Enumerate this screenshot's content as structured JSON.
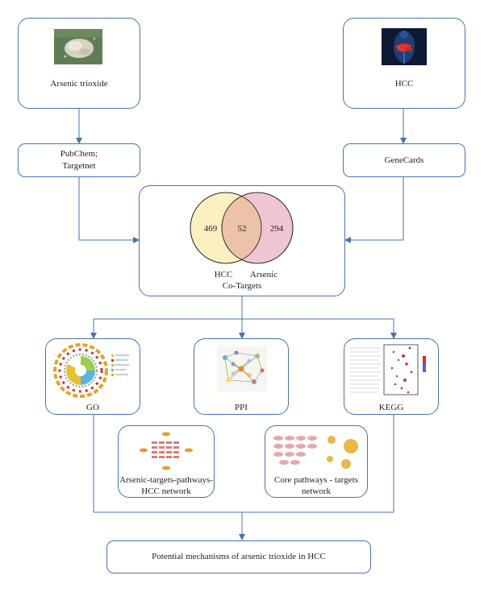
{
  "nodes": {
    "arsenic": {
      "label": "Arsenic trioxide",
      "image": "arsenic-trioxide-powder-photo"
    },
    "hcc": {
      "label": "HCC",
      "image": "liver-body-scan-image"
    },
    "pubchem": {
      "line1": "PubChem;",
      "line2": "Targetnet"
    },
    "genecards": {
      "label": "GeneCards"
    },
    "venn": {
      "left_count": "469",
      "overlap_count": "52",
      "right_count": "294",
      "left_label": "HCC",
      "right_label": "Arsenic",
      "caption": "Co-Targets"
    },
    "go": {
      "label": "GO",
      "image": "go-circular-enrichment-plot"
    },
    "ppi": {
      "label": "PPI",
      "image": "ppi-network-graph"
    },
    "kegg": {
      "label": "KEGG",
      "image": "kegg-dot-plot"
    },
    "network1": {
      "line1": "Arsenic-targets-pathways-",
      "line2": "HCC network",
      "image": "network-diagram"
    },
    "network2": {
      "line1": "Core pathways - targets",
      "line2": "network",
      "image": "pathway-bubble-network"
    },
    "mechanism": {
      "label": "Potential mechanisms of arsenic trioxide in HCC"
    }
  },
  "colors": {
    "border": "#4a72b0",
    "arrow": "#4a72b0",
    "venn_left": "#fbf1c0",
    "venn_right": "#f0c6d2",
    "venn_overlap": "#ecc3a8"
  }
}
